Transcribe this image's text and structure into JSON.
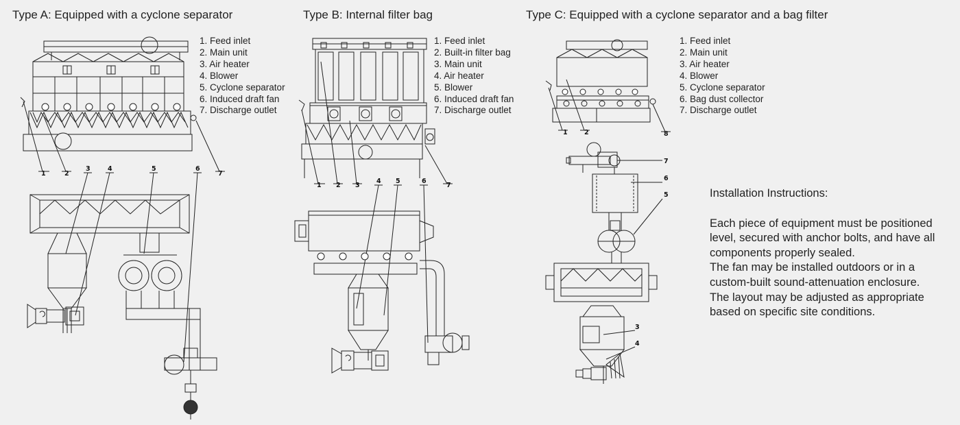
{
  "diagrams": [
    {
      "id": "type-a",
      "title": "Type A: Equipped with a cyclone separator",
      "legend": [
        "1. Feed inlet",
        "2. Main unit",
        "3. Air heater",
        "4. Blower",
        "5. Cyclone separator",
        "6. Induced draft fan",
        "7. Discharge outlet"
      ],
      "callouts": [
        "1",
        "2",
        "3",
        "4",
        "5",
        "6",
        "7"
      ]
    },
    {
      "id": "type-b",
      "title": "Type B: Internal filter bag",
      "legend": [
        "1. Feed inlet",
        "2. Built-in filter bag",
        "3. Main unit",
        "4. Air heater",
        "5. Blower",
        "6. Induced draft fan",
        "7. Discharge outlet"
      ],
      "callouts": [
        "1",
        "2",
        "3",
        "4",
        "5",
        "6",
        "7"
      ]
    },
    {
      "id": "type-c",
      "title": "Type C: Equipped with a cyclone separator and a bag filter",
      "legend": [
        "1. Feed inlet",
        "2. Main unit",
        "3. Air heater",
        "4. Blower",
        "5. Cyclone separator",
        "6. Bag dust collector",
        "7. Discharge outlet"
      ],
      "callouts": [
        "1",
        "2",
        "8",
        "7",
        "6",
        "5",
        "3",
        "4"
      ]
    }
  ],
  "installation": {
    "heading": "Installation Instructions:",
    "paragraphs": [
      "Each piece of equipment must be positioned level, secured with anchor bolts, and have all components properly sealed.",
      "The fan may be installed outdoors or in a custom-built sound-attenuation enclosure.",
      "The layout may be adjusted as appropriate based on specific site conditions."
    ]
  }
}
